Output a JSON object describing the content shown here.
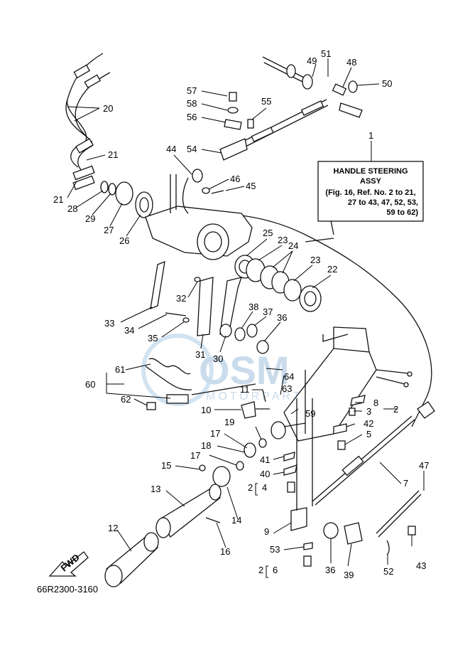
{
  "diagram": {
    "code": "66R2300-3160",
    "box": {
      "ref": "1",
      "title_line1": "HANDLE STEERING",
      "title_line2": "ASSY",
      "note_line1": "(Fig. 16, Ref. No. 2 to 21,",
      "note_line2": "27 to 43, 47, 52, 53,",
      "note_line3": "59 to 62)"
    },
    "fwd_label": "FWD",
    "watermark": "MOTORPARTS",
    "brackets": {
      "pair_2_4": "2",
      "pair_2_6": "2"
    },
    "labels": {
      "l1": "1",
      "l2a": "2",
      "l3": "3",
      "l4": "4",
      "l5": "5",
      "l6": "6",
      "l7": "7",
      "l8": "8",
      "l9": "9",
      "l10": "10",
      "l11": "11",
      "l12": "12",
      "l13": "13",
      "l14": "14",
      "l15": "15",
      "l16": "16",
      "l17a": "17",
      "l17b": "17",
      "l18": "18",
      "l19": "19",
      "l20": "20",
      "l21a": "21",
      "l21b": "21",
      "l22": "22",
      "l23a": "23",
      "l23b": "23",
      "l24": "24",
      "l25": "25",
      "l26": "26",
      "l27": "27",
      "l28": "28",
      "l29": "29",
      "l30": "30",
      "l31": "31",
      "l32": "32",
      "l33": "33",
      "l34": "34",
      "l35": "35",
      "l36a": "36",
      "l36b": "36",
      "l37": "37",
      "l38": "38",
      "l39": "39",
      "l40": "40",
      "l41": "41",
      "l42": "42",
      "l43": "43",
      "l44": "44",
      "l45": "45",
      "l46": "46",
      "l47": "47",
      "l48": "48",
      "l49": "49",
      "l50": "50",
      "l51": "51",
      "l52": "52",
      "l53": "53",
      "l54": "54",
      "l55": "55",
      "l56": "56",
      "l57": "57",
      "l58": "58",
      "l59": "59",
      "l60": "60",
      "l61": "61",
      "l62": "62",
      "l63": "63",
      "l64": "64"
    }
  }
}
